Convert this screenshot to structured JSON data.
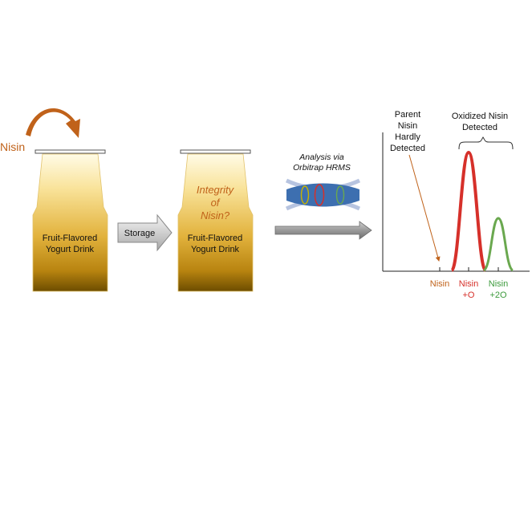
{
  "labels": {
    "nisin_input": "Nisin",
    "bottle1_line1": "Fruit-Flavored",
    "bottle1_line2": "Yogurt Drink",
    "storage": "Storage",
    "integrity_line1": "Integrity",
    "integrity_line2": "of",
    "integrity_line3": "Nisin?",
    "bottle2_line1": "Fruit-Flavored",
    "bottle2_line2": "Yogurt Drink",
    "analysis_line1": "Analysis via",
    "analysis_line2": "Orbitrap HRMS",
    "parent_line1": "Parent",
    "parent_line2": "Nisin",
    "parent_line3": "Hardly",
    "parent_line4": "Detected",
    "oxidized_line1": "Oxidized Nisin",
    "oxidized_line2": "Detected",
    "axis_nisin": "Nisin",
    "axis_nisin_o_line1": "Nisin",
    "axis_nisin_o_line2": "+O",
    "axis_nisin_2o_line1": "Nisin",
    "axis_nisin_2o_line2": "+2O"
  },
  "colors": {
    "nisin_orange": "#c0621a",
    "oxidized_red": "#d6302a",
    "oxidized_green": "#6aa84f",
    "axis_green_text": "#3c9a3c",
    "liquid_top": "#fff6cc",
    "liquid_bottom": "#7a5600",
    "orbitrap_blue": "#3d6fb0",
    "orbitrap_light": "#b7c4e0"
  },
  "icons": {
    "curved_arrow": "curved-arrow-icon",
    "block_arrow": "block-arrow-icon",
    "orbitrap": "orbitrap-icon"
  }
}
